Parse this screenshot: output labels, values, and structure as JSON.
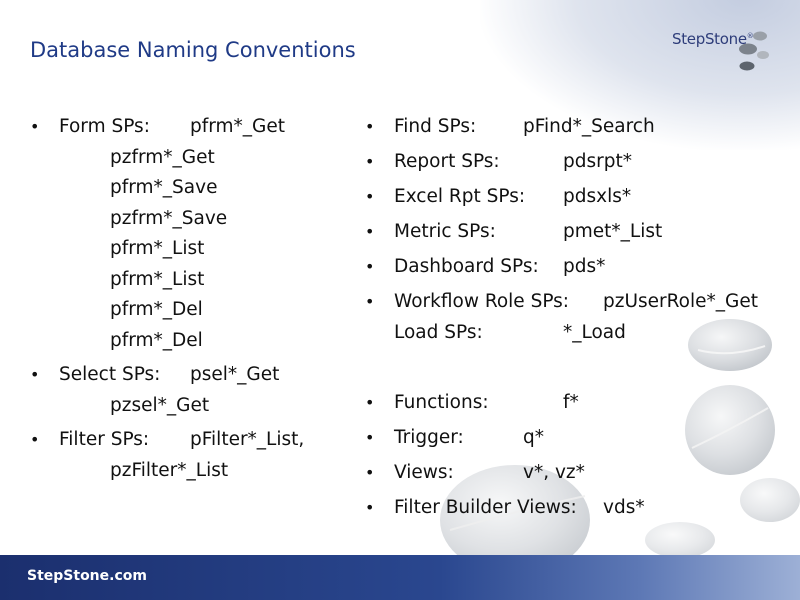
{
  "header": {
    "title": "Database Naming Conventions",
    "logo_text": "StepStone",
    "logo_mark": "®"
  },
  "left_column": {
    "items": [
      {
        "label": "Form SPs:",
        "values": [
          "pfrm*_Get",
          "pzfrm*_Get",
          "pfrm*_Save",
          "pzfrm*_Save",
          "pfrm*_List",
          "pfrm*_List",
          "pfrm*_Del",
          "pfrm*_Del"
        ]
      },
      {
        "label": "Select SPs:",
        "values": [
          "psel*_Get",
          "pzsel*_Get"
        ]
      },
      {
        "label": "Filter SPs:",
        "values": [
          "pFilter*_List,",
          "pzFilter*_List"
        ]
      }
    ]
  },
  "right_column": {
    "items": [
      {
        "label": "Find SPs:",
        "value": "pFind*_Search"
      },
      {
        "label": "Report SPs:",
        "value": "pdsrpt*"
      },
      {
        "label": "Excel Rpt SPs:",
        "value": "pdsxls*"
      },
      {
        "label": "Metric SPs:",
        "value": "pmet*_List"
      },
      {
        "label": "Dashboard SPs:",
        "value": "pds*"
      },
      {
        "label": "Workflow Role SPs:",
        "value": "pzUserRole*_Get"
      },
      {
        "label": "Load SPs:",
        "value": "*_Load"
      },
      {
        "label": "Functions:",
        "value": "f*"
      },
      {
        "label": "Trigger:",
        "value": "q*"
      },
      {
        "label": "Views:",
        "value": "v*, vz*"
      },
      {
        "label": "Filter Builder Views:",
        "value": "vds*"
      }
    ]
  },
  "footer": {
    "text": "StepStone.com"
  },
  "colors": {
    "title": "#1f3a86",
    "footer": "#1b2f6e",
    "text": "#111111"
  }
}
